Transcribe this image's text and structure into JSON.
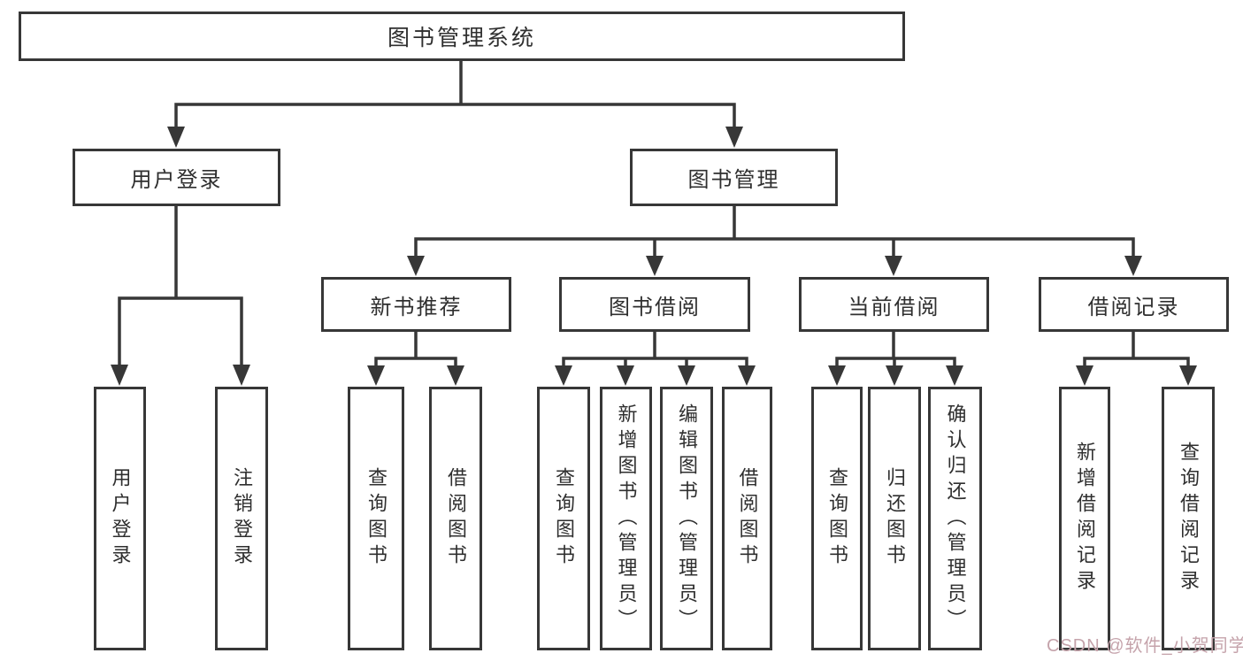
{
  "diagram": {
    "root": "图书管理系统",
    "branches": [
      {
        "label": "用户登录",
        "children": [
          "用户登录",
          "注销登录"
        ]
      },
      {
        "label": "图书管理",
        "sections": [
          {
            "label": "新书推荐",
            "children": [
              "查询图书",
              "借阅图书"
            ]
          },
          {
            "label": "图书借阅",
            "children": [
              "查询图书",
              "新增图书（管理员）",
              "编辑图书（管理员）",
              "借阅图书"
            ]
          },
          {
            "label": "当前借阅",
            "children": [
              "查询图书",
              "归还图书",
              "确认归还（管理员）"
            ]
          },
          {
            "label": "借阅记录",
            "children": [
              "新增借阅记录",
              "查询借阅记录"
            ]
          }
        ]
      }
    ]
  },
  "watermark": {
    "text": "CSDN @软件_小贺同学",
    "color": "#c5a3ab"
  },
  "colors": {
    "line": "#373737",
    "text": "#2f2f2f",
    "background": "#ffffff"
  }
}
